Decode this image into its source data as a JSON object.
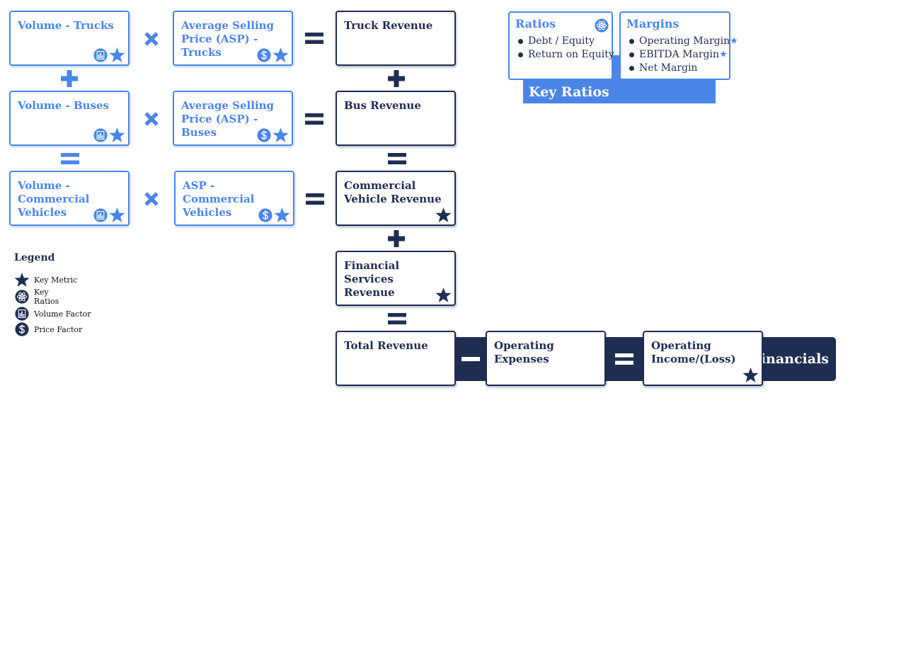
{
  "boxes": {
    "volume_trucks": "Volume - Trucks",
    "asp_trucks": "Average Selling Price (ASP) - Trucks",
    "truck_revenue": "Truck Revenue",
    "volume_buses": "Volume - Buses",
    "asp_buses": "Average Selling Price (ASP) - Buses",
    "bus_revenue": "Bus Revenue",
    "volume_cv": "Volume - Commercial Vehicles",
    "asp_cv": "ASP - Commercial Vehicles",
    "cv_revenue": "Commercial Vehicle Revenue",
    "fs_revenue": "Financial Services Revenue",
    "total_revenue": "Total Revenue",
    "operating_expenses": "Operating Expenses",
    "operating_income": "Operating Income/(Loss)"
  },
  "financials_label": "Financials",
  "key_ratios": {
    "label": "Key Ratios",
    "ratios_title": "Ratios",
    "ratios_items": [
      "Debt / Equity",
      "Return on Equity"
    ],
    "margins_title": "Margins",
    "margins_items": [
      "Operating Margin",
      "EBITDA Margin",
      "Net Margin"
    ]
  },
  "legend": {
    "title": "Legend",
    "key_metric": "Key Metric",
    "key_ratios": "Key Ratios",
    "volume_factor": "Volume Factor",
    "price_factor": "Price Factor"
  },
  "icons": {
    "key_metric": "star-icon",
    "key_ratios": "atom-icon",
    "volume_factor": "bar-chart-icon",
    "price_factor": "dollar-icon"
  },
  "colors": {
    "driver_blue": "#4a86e8",
    "output_navy": "#1f2d52"
  }
}
